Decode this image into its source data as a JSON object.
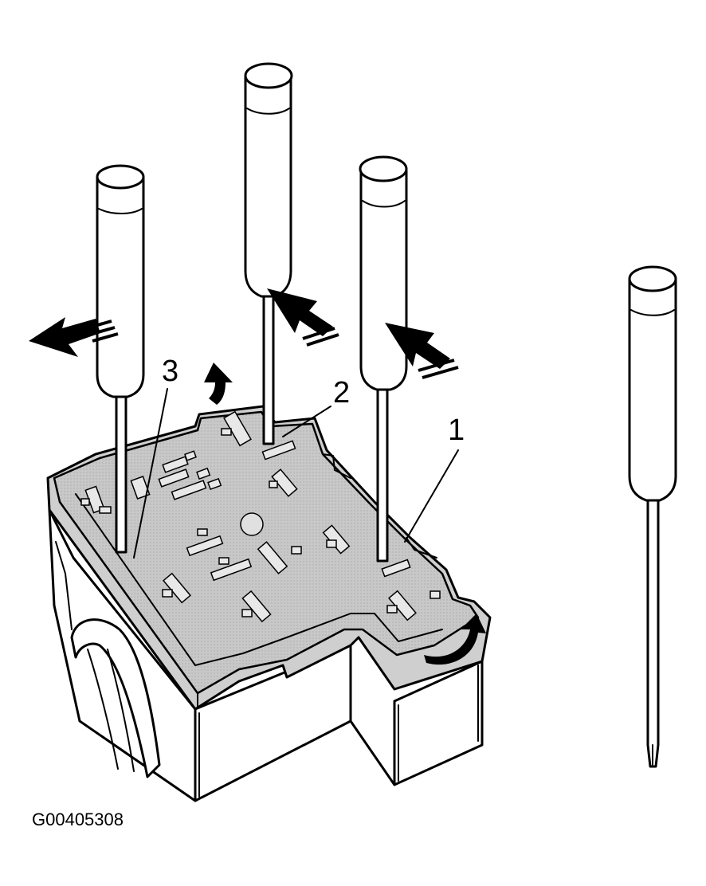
{
  "figure": {
    "id_label": "G00405308"
  },
  "callouts": [
    {
      "number": "1"
    },
    {
      "number": "2"
    },
    {
      "number": "3"
    }
  ],
  "colors": {
    "line": "#000000",
    "box_top": "#cfcfcf",
    "background": "#ffffff"
  },
  "icons": [
    "screwdriver",
    "screwdriver",
    "screwdriver",
    "screwdriver",
    "push-arrow",
    "lift-arrow"
  ]
}
